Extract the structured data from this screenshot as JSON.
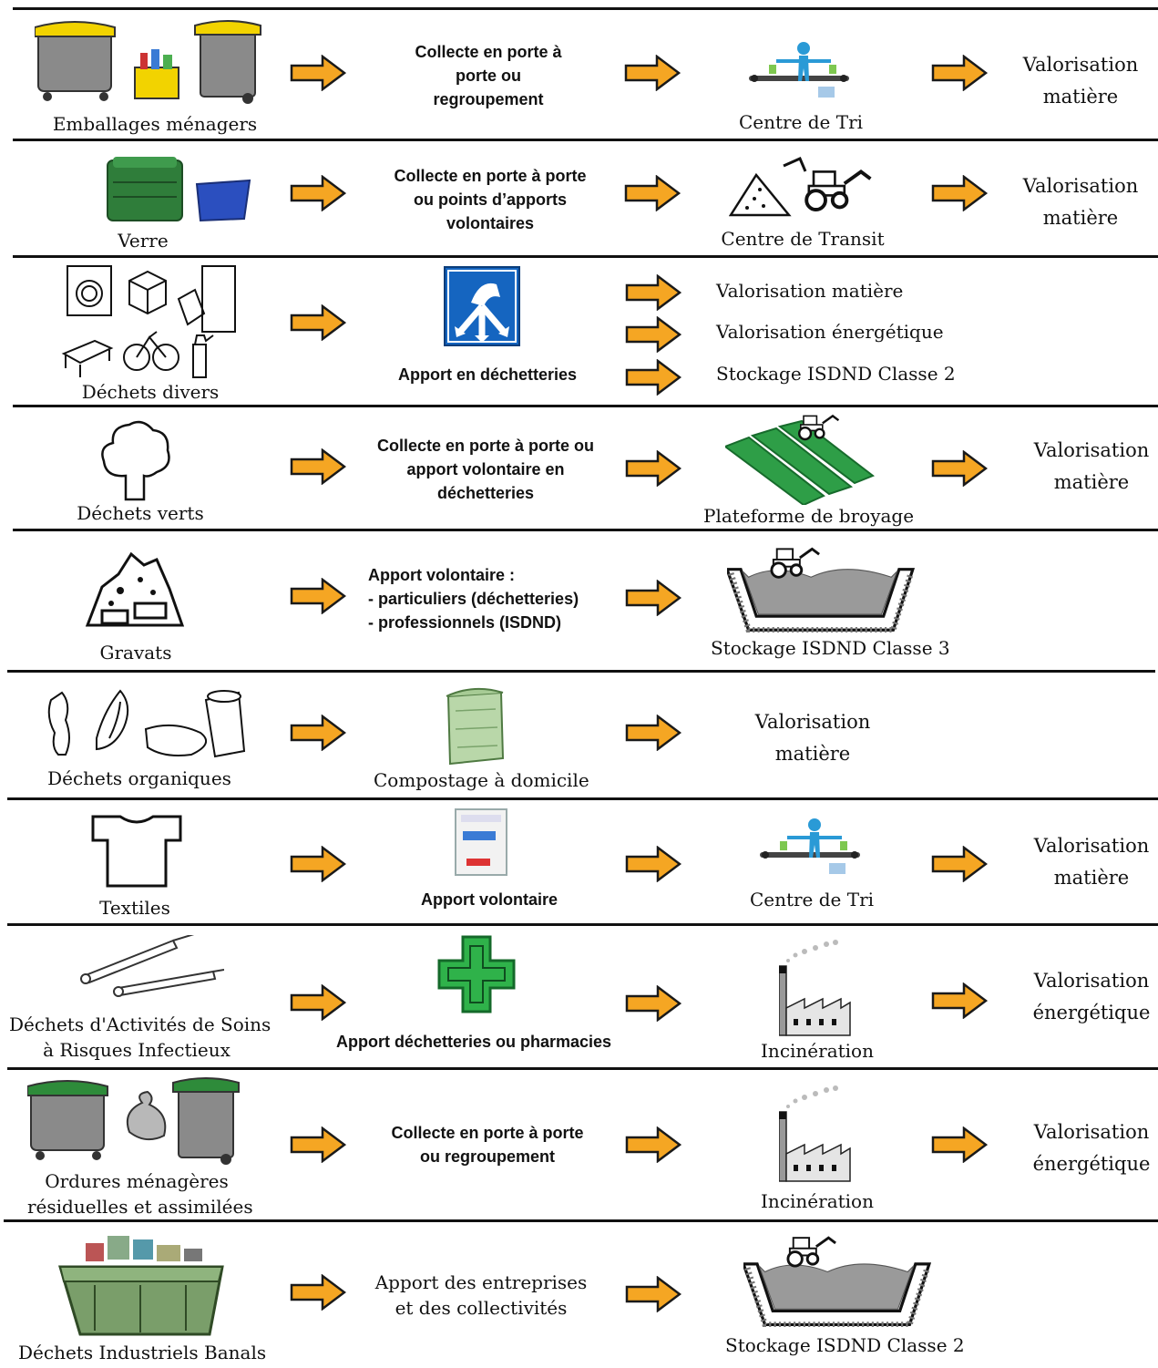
{
  "rows": [
    {
      "source": [
        "Emballages ménagers"
      ],
      "method": [
        "Collecte en porte à",
        "porte ou",
        "regroupement"
      ],
      "facility": "Centre de Tri",
      "destination": [
        "Valorisation",
        "matière"
      ]
    },
    {
      "source": [
        "Verre"
      ],
      "method": [
        "Collecte en porte à porte",
        "ou points d’apports",
        "volontaires"
      ],
      "facility": "Centre de Transit",
      "destination": [
        "Valorisation",
        "matière"
      ]
    },
    {
      "source": [
        "Déchets divers"
      ],
      "method": [
        "Apport  en déchetteries"
      ],
      "outcomes": [
        "Valorisation matière",
        "Valorisation énergétique",
        "Stockage ISDND Classe 2"
      ]
    },
    {
      "source": [
        "Déchets verts"
      ],
      "method": [
        "Collecte en porte à porte ou",
        "apport volontaire en",
        "déchetteries"
      ],
      "facility": "Plateforme de broyage",
      "destination": [
        "Valorisation",
        "matière"
      ]
    },
    {
      "source": [
        "Gravats"
      ],
      "method": [
        "Apport volontaire :",
        "- particuliers (déchetteries)",
        "- professionnels (ISDND)"
      ],
      "facility": "Stockage ISDND Classe 3"
    },
    {
      "source": [
        "Déchets organiques"
      ],
      "method": [
        "Compostage à domicile"
      ],
      "destination": [
        "Valorisation",
        "matière"
      ]
    },
    {
      "source": [
        "Textiles"
      ],
      "method": [
        "Apport volontaire"
      ],
      "facility": "Centre de Tri",
      "destination": [
        "Valorisation",
        "matière"
      ]
    },
    {
      "source": [
        "Déchets d'Activités de Soins",
        "à Risques Infectieux"
      ],
      "method": [
        "Apport déchetteries ou pharmacies"
      ],
      "facility": "Incinération",
      "destination": [
        "Valorisation",
        "énergétique"
      ]
    },
    {
      "source": [
        "Ordures ménagères",
        "résiduelles et assimilées"
      ],
      "method": [
        "Collecte en porte à porte",
        "ou regroupement"
      ],
      "facility": "Incinération",
      "destination": [
        "Valorisation",
        "énergétique"
      ]
    },
    {
      "source": [
        "Déchets Industriels Banals"
      ],
      "method": [
        "Apport des entreprises",
        "et des collectivités"
      ],
      "facility": "Stockage ISDND Classe 2"
    }
  ],
  "colors": {
    "arrow_fill": "#f5a623",
    "arrow_stroke": "#1a1a1a",
    "bin_grey": "#8a8a8a",
    "lid_yellow": "#f2d300",
    "lid_green": "#2e8b3a",
    "rule": "#111111"
  }
}
